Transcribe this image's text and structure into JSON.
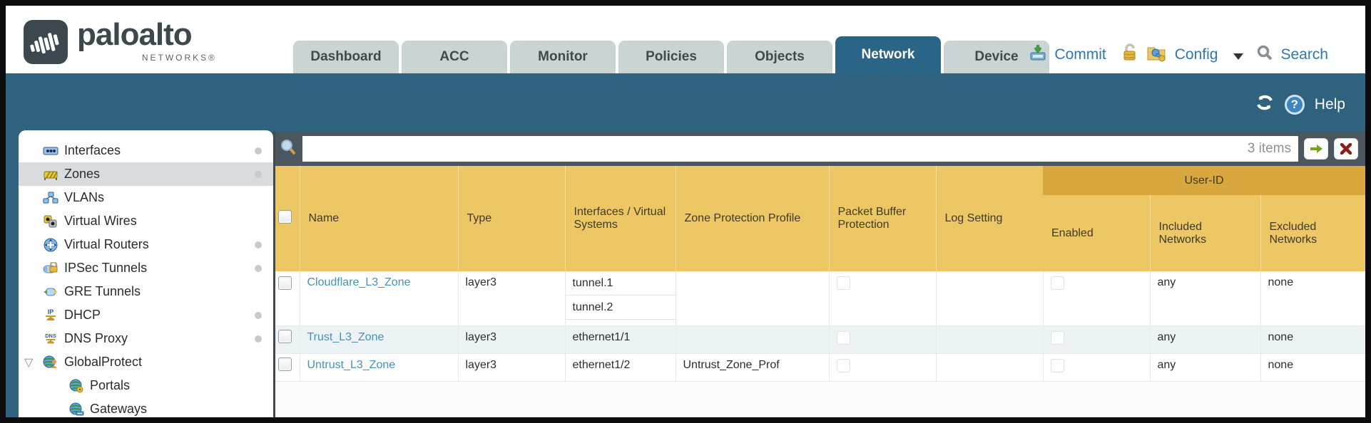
{
  "colors": {
    "teal_band": "#2f627e",
    "active_tab": "#2a6588",
    "inactive_tab": "#c9d5d4",
    "header_gold": "#edc764",
    "userid_gold": "#d8a73d",
    "filter_bar": "#4c565e",
    "link_blue": "#4493bb",
    "action_blue": "#3077b2"
  },
  "topbar": {
    "logo": {
      "brand": "paloalto",
      "sub": "NETWORKS®"
    },
    "tabs": [
      {
        "label": "Dashboard",
        "active": false
      },
      {
        "label": "ACC",
        "active": false
      },
      {
        "label": "Monitor",
        "active": false
      },
      {
        "label": "Policies",
        "active": false
      },
      {
        "label": "Objects",
        "active": false
      },
      {
        "label": "Network",
        "active": true
      },
      {
        "label": "Device",
        "active": false
      }
    ],
    "actions": {
      "commit": "Commit",
      "config": "Config",
      "search": "Search"
    }
  },
  "utility": {
    "help_label": "Help"
  },
  "sidebar": {
    "items": [
      {
        "label": "Interfaces",
        "has_dot": true,
        "selected": false
      },
      {
        "label": "Zones",
        "has_dot": true,
        "selected": true
      },
      {
        "label": "VLANs",
        "has_dot": false,
        "selected": false
      },
      {
        "label": "Virtual Wires",
        "has_dot": false,
        "selected": false
      },
      {
        "label": "Virtual Routers",
        "has_dot": true,
        "selected": false
      },
      {
        "label": "IPSec Tunnels",
        "has_dot": true,
        "selected": false
      },
      {
        "label": "GRE Tunnels",
        "has_dot": false,
        "selected": false
      },
      {
        "label": "DHCP",
        "has_dot": true,
        "selected": false
      },
      {
        "label": "DNS Proxy",
        "has_dot": true,
        "selected": false
      },
      {
        "label": "GlobalProtect",
        "has_dot": false,
        "selected": false,
        "expanded": true
      },
      {
        "label": "Portals",
        "has_dot": false,
        "selected": false,
        "child": true
      },
      {
        "label": "Gateways",
        "has_dot": false,
        "selected": false,
        "child": true
      }
    ],
    "expander_glyph": "▽"
  },
  "filterbar": {
    "value": "",
    "count_label": "3 items"
  },
  "table": {
    "user_id_group_label": "User-ID",
    "columns": [
      "Name",
      "Type",
      "Interfaces / Virtual Systems",
      "Zone Protection Profile",
      "Packet Buffer Protection",
      "Log Setting",
      "Enabled",
      "Included Networks",
      "Excluded Networks"
    ],
    "rows": [
      {
        "name": "Cloudflare_L3_Zone",
        "type": "layer3",
        "interfaces": [
          "tunnel.1",
          "tunnel.2"
        ],
        "zone_protection_profile": "",
        "packet_buffer_protection_checked": false,
        "log_setting": "",
        "user_id_enabled_checked": false,
        "included_networks": "any",
        "excluded_networks": "none"
      },
      {
        "name": "Trust_L3_Zone",
        "type": "layer3",
        "interfaces": [
          "ethernet1/1"
        ],
        "zone_protection_profile": "",
        "packet_buffer_protection_checked": false,
        "log_setting": "",
        "user_id_enabled_checked": false,
        "included_networks": "any",
        "excluded_networks": "none"
      },
      {
        "name": "Untrust_L3_Zone",
        "type": "layer3",
        "interfaces": [
          "ethernet1/2"
        ],
        "zone_protection_profile": "Untrust_Zone_Prof",
        "packet_buffer_protection_checked": false,
        "log_setting": "",
        "user_id_enabled_checked": false,
        "included_networks": "any",
        "excluded_networks": "none"
      }
    ]
  }
}
